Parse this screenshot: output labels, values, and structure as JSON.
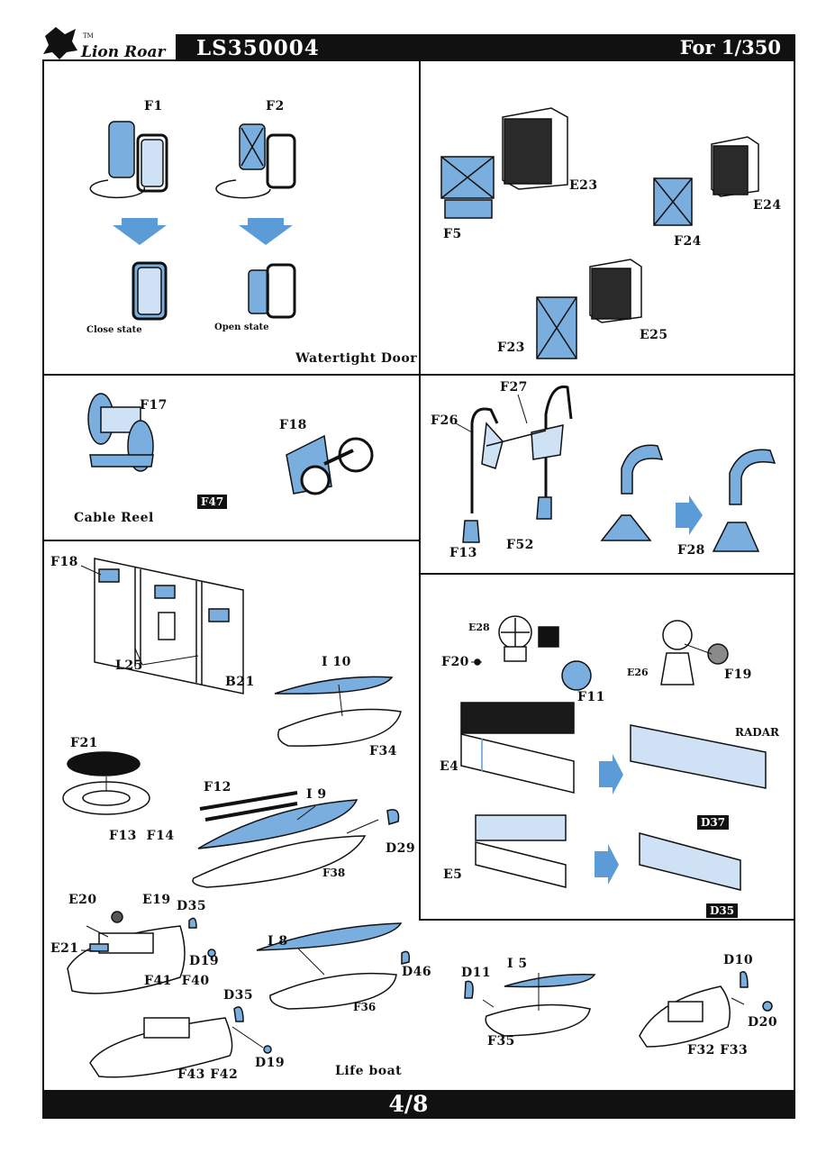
{
  "header": {
    "brand": "Lion Roar",
    "trademark": "TM",
    "product_code": "LS350004",
    "scale": "For 1/350"
  },
  "footer": {
    "page": "4/8"
  },
  "colors": {
    "part_blue": "#7aaede",
    "arrow_blue": "#5b9bd8",
    "ink": "#111111"
  },
  "sections": {
    "watertight_door": {
      "title": "Watertight Door",
      "f1": "F1",
      "f2": "F2",
      "close_state": "Close state",
      "open_state": "Open state"
    },
    "lockers": {
      "e23": "E23",
      "e24": "E24",
      "e25": "E25",
      "f5": "F5",
      "f24": "F24",
      "f23": "F23"
    },
    "cable_reel": {
      "title": "Cable Reel",
      "f17": "F17",
      "f18": "F18",
      "f47": "F47"
    },
    "davits": {
      "f26": "F26",
      "f27": "F27",
      "f13": "F13",
      "f52": "F52",
      "f28": "F28"
    },
    "wall": {
      "f18": "F18",
      "l25": "L25",
      "b21": "B21"
    },
    "radar": {
      "title": "RADAR",
      "e28": "E28",
      "f20": "F20",
      "f11": "F11",
      "e26": "E26",
      "f19": "F19",
      "e4": "E4",
      "d37": "D37",
      "e5": "E5",
      "d35": "D35"
    },
    "boats": {
      "title": "Life boat",
      "i10": "I 10",
      "f34": "F34",
      "f21": "F21",
      "f13_f14": "F13  F14",
      "f12": "F12",
      "i9": "I 9",
      "d29": "D29",
      "f38": "F38",
      "e20": "E20",
      "e19": "E19",
      "d35a": "D35",
      "e21": "E21",
      "d19a": "D19",
      "f41_f40": "F41  F40",
      "i8": "I 8",
      "d46": "D46",
      "f36": "F36",
      "d35b": "D35",
      "d19b": "D19",
      "f43_f42": "F43 F42",
      "d11": "D11",
      "i5": "I 5",
      "f35": "F35",
      "d10": "D10",
      "d20": "D20",
      "f32_f33": "F32 F33"
    }
  }
}
